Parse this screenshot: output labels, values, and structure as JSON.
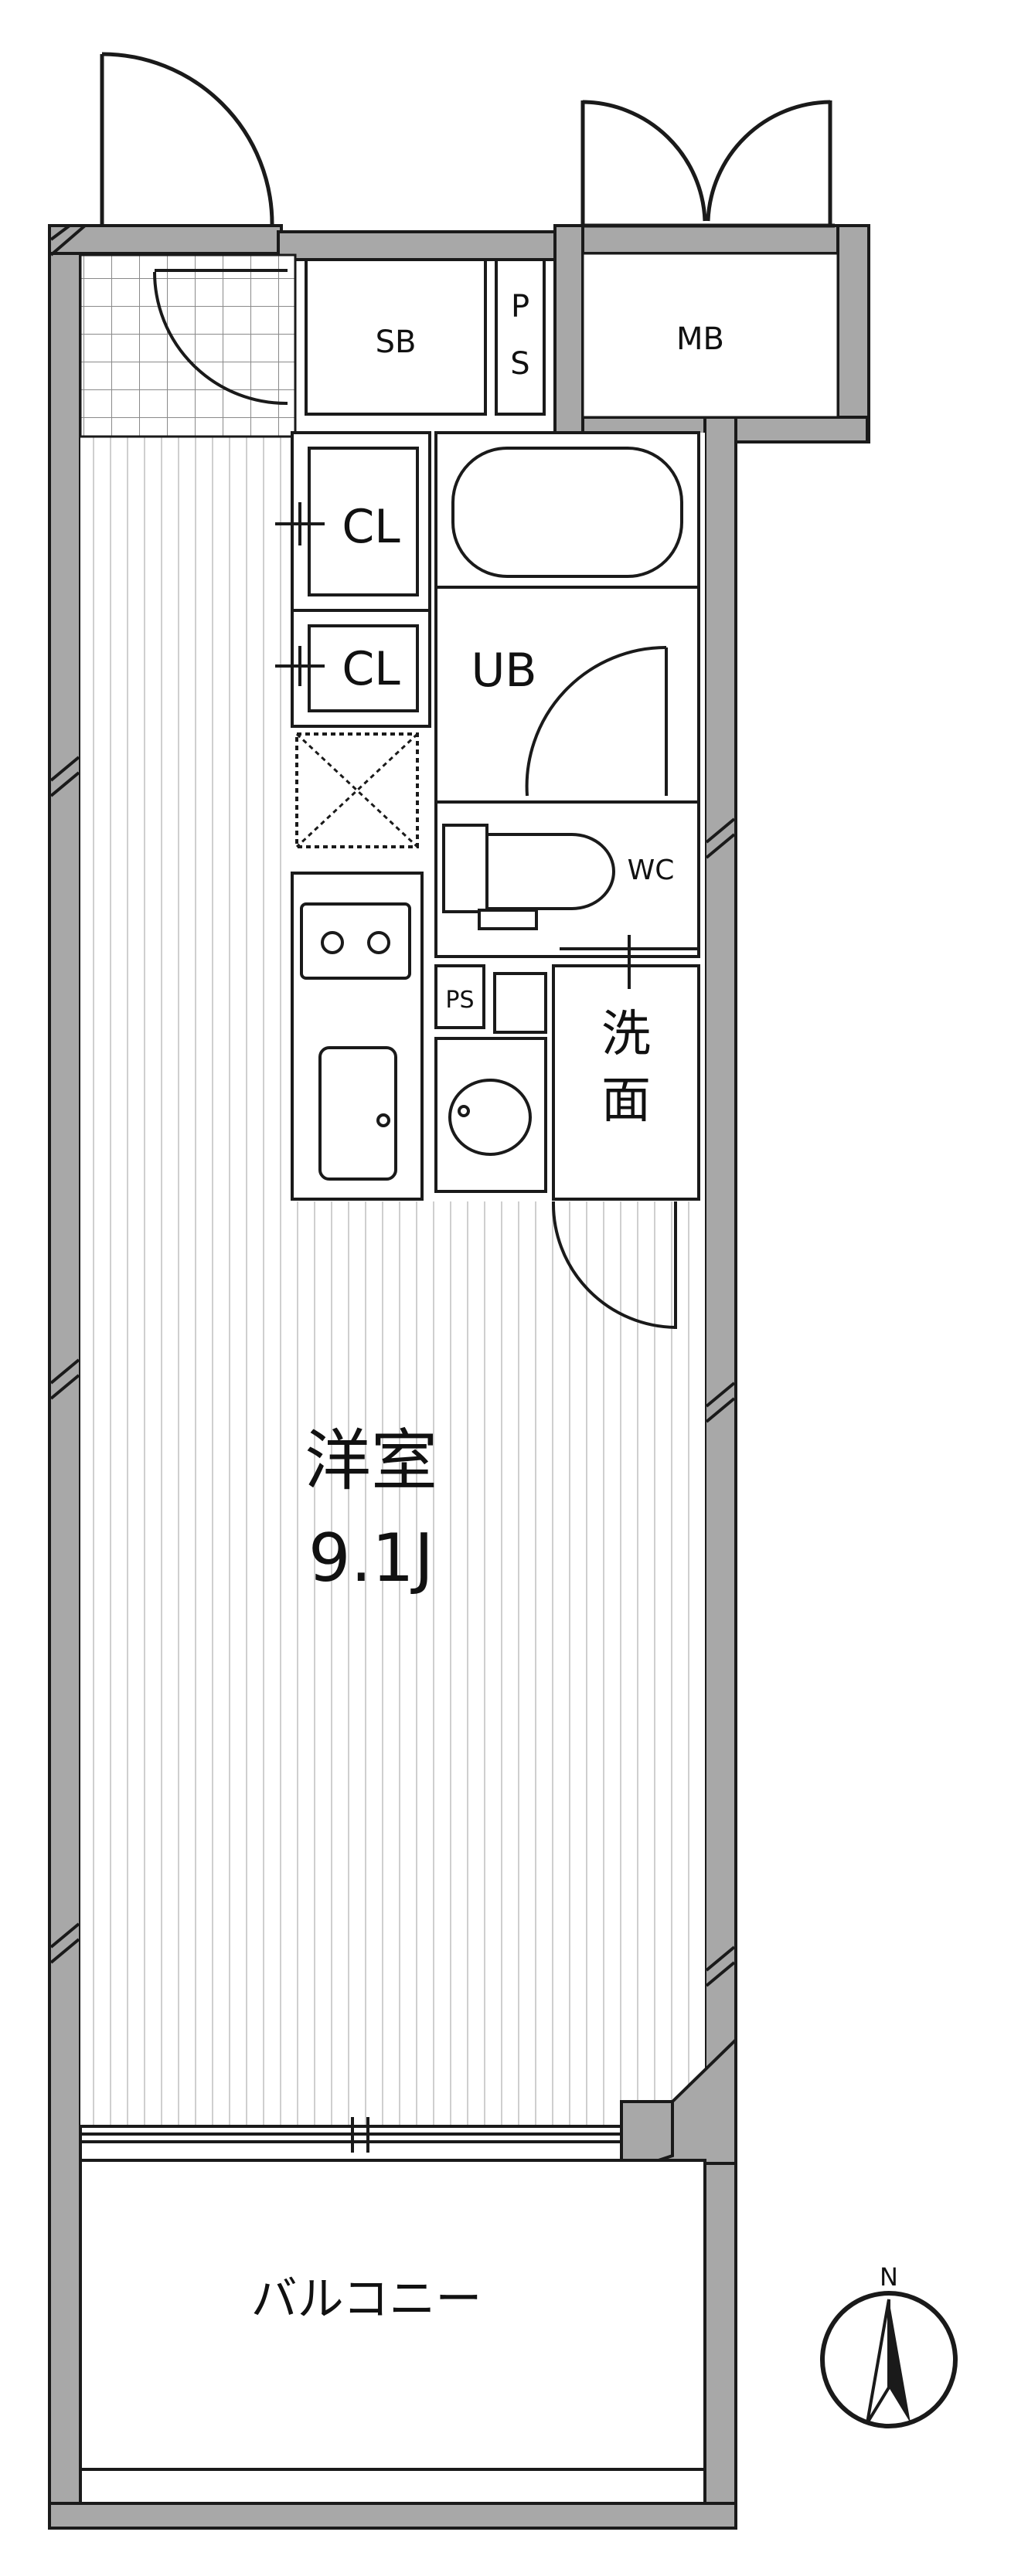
{
  "rooms": {
    "shoe_box": "SB",
    "pipe_space_top": "P\nS",
    "meter_box": "MB",
    "closet_1": "CL",
    "closet_2": "CL",
    "unit_bath": "UB",
    "toilet": "WC",
    "pipe_space_small": "PS",
    "washroom": "洗\n面",
    "western_room": "洋室",
    "western_room_size": "9.1J",
    "balcony": "バルコニー"
  },
  "compass": {
    "north": "N"
  },
  "colors": {
    "wall_gray": "#a8a8a8",
    "line": "#1a1a1a",
    "floor_stripe": "#c9c9c9"
  }
}
